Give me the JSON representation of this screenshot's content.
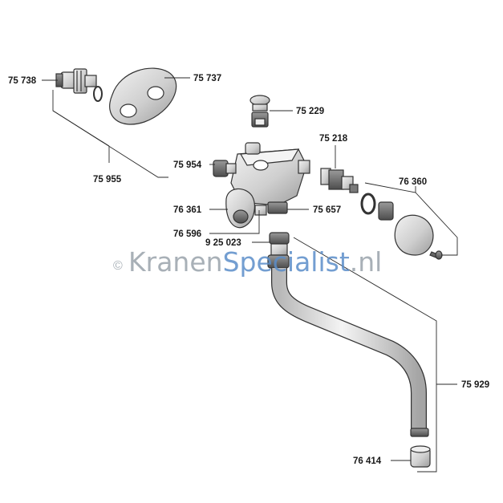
{
  "diagram": {
    "watermark": {
      "copyright_symbol": "©",
      "brand_prefix": "Kranen",
      "brand_highlight": "Specialist",
      "brand_suffix": ".nl"
    },
    "colors": {
      "watermark_gray": "#9aa3ab",
      "watermark_blue": "#5b8ec9",
      "line": "#2a2a2a",
      "part_fill": "#d9d9d9",
      "part_shade": "#a9a9a9"
    },
    "parts": [
      {
        "id": "75738",
        "label": "75 738",
        "name": "threaded-connector"
      },
      {
        "id": "75737",
        "label": "75 737",
        "name": "cover-rosette"
      },
      {
        "id": "75229",
        "label": "75 229",
        "name": "diverter-button"
      },
      {
        "id": "75218",
        "label": "75 218",
        "name": "cartridge-upper"
      },
      {
        "id": "75954",
        "label": "75 954",
        "name": "side-nut"
      },
      {
        "id": "75955",
        "label": "75 955",
        "name": "connection-set"
      },
      {
        "id": "76360",
        "label": "76 360",
        "name": "handle-set"
      },
      {
        "id": "76361",
        "label": "76 361",
        "name": "left-handle"
      },
      {
        "id": "75657",
        "label": "75 657",
        "name": "outlet-nut"
      },
      {
        "id": "76596",
        "label": "76 596",
        "name": "handle-screw"
      },
      {
        "id": "925023",
        "label": "9 25 023",
        "name": "spout-seal"
      },
      {
        "id": "75929",
        "label": "75 929",
        "name": "spout"
      },
      {
        "id": "76414",
        "label": "76 414",
        "name": "aerator"
      }
    ]
  }
}
